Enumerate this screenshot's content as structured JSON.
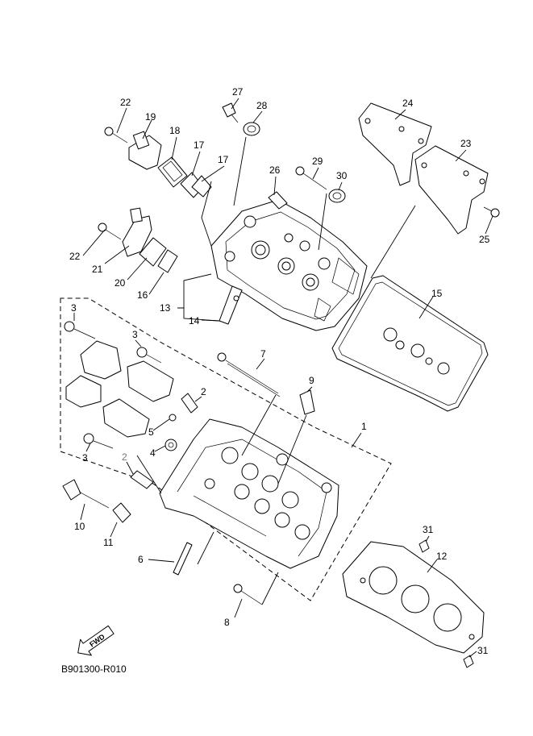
{
  "diagram": {
    "reference_code": "B901300-R010",
    "fwd_label": "FWD",
    "callouts": [
      {
        "id": "c1",
        "text": "1"
      },
      {
        "id": "c2a",
        "text": "2"
      },
      {
        "id": "c2b",
        "text": "2"
      },
      {
        "id": "c3a",
        "text": "3"
      },
      {
        "id": "c3b",
        "text": "3"
      },
      {
        "id": "c3c",
        "text": "3"
      },
      {
        "id": "c4",
        "text": "4"
      },
      {
        "id": "c5",
        "text": "5"
      },
      {
        "id": "c6",
        "text": "6"
      },
      {
        "id": "c7",
        "text": "7"
      },
      {
        "id": "c8",
        "text": "8"
      },
      {
        "id": "c9",
        "text": "9"
      },
      {
        "id": "c10",
        "text": "10"
      },
      {
        "id": "c11",
        "text": "11"
      },
      {
        "id": "c12",
        "text": "12"
      },
      {
        "id": "c13",
        "text": "13"
      },
      {
        "id": "c14",
        "text": "14"
      },
      {
        "id": "c15",
        "text": "15"
      },
      {
        "id": "c16",
        "text": "16"
      },
      {
        "id": "c17a",
        "text": "17"
      },
      {
        "id": "c17b",
        "text": "17"
      },
      {
        "id": "c18",
        "text": "18"
      },
      {
        "id": "c19",
        "text": "19"
      },
      {
        "id": "c20",
        "text": "20"
      },
      {
        "id": "c21",
        "text": "21"
      },
      {
        "id": "c22a",
        "text": "22"
      },
      {
        "id": "c22b",
        "text": "22"
      },
      {
        "id": "c23",
        "text": "23"
      },
      {
        "id": "c24",
        "text": "24"
      },
      {
        "id": "c25",
        "text": "25"
      },
      {
        "id": "c26",
        "text": "26"
      },
      {
        "id": "c27",
        "text": "27"
      },
      {
        "id": "c28",
        "text": "28"
      },
      {
        "id": "c29",
        "text": "29"
      },
      {
        "id": "c30",
        "text": "30"
      },
      {
        "id": "c31a",
        "text": "31"
      },
      {
        "id": "c31b",
        "text": "31"
      }
    ]
  }
}
